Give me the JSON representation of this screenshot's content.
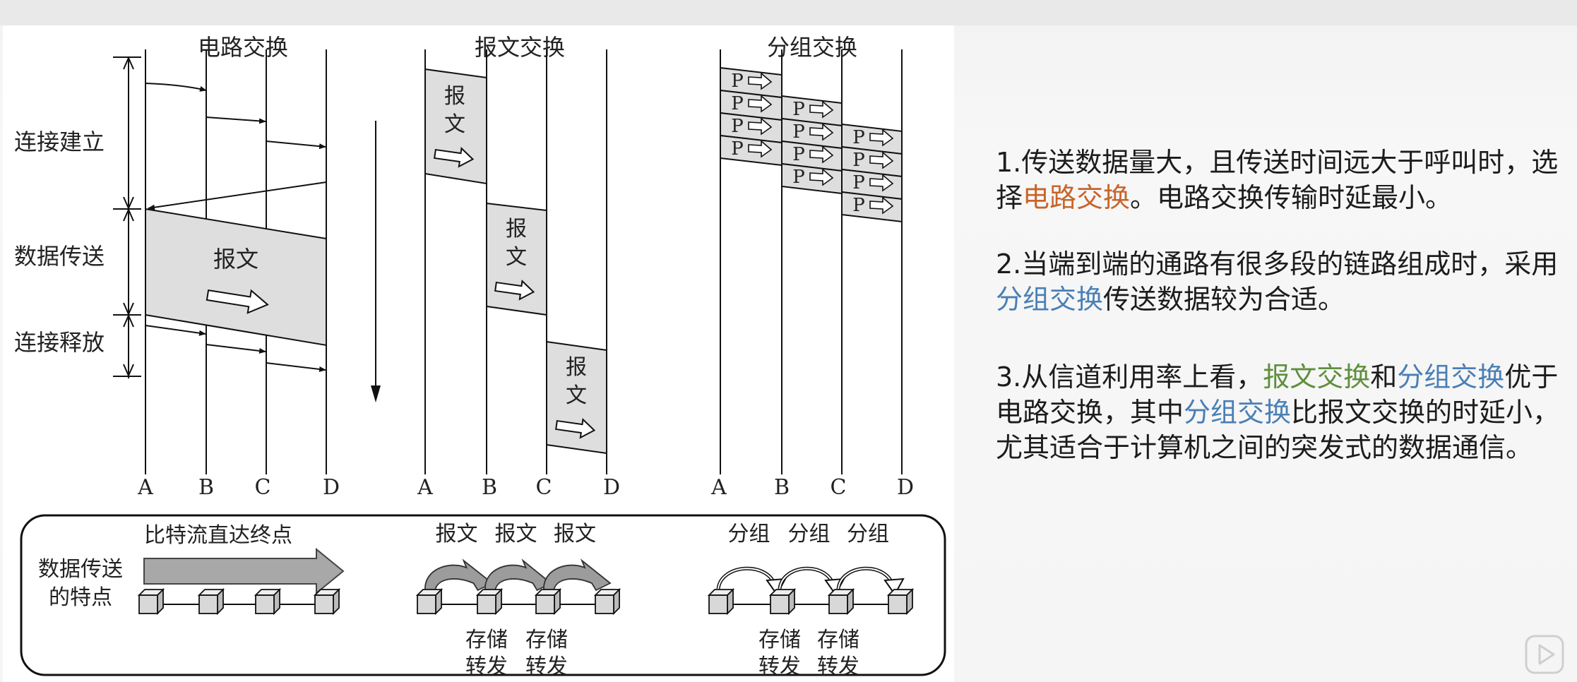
{
  "diagram": {
    "titles": {
      "circuit": "电路交换",
      "message": "报文交换",
      "packet": "分组交换"
    },
    "phases": {
      "setup": "连接建立",
      "transfer": "数据传送",
      "release": "连接释放"
    },
    "nodes": [
      "A",
      "B",
      "C",
      "D"
    ],
    "message_label": "报文",
    "message_label_chars": [
      "报",
      "文"
    ],
    "packet_label": "P",
    "characteristics": {
      "label_line1": "数据传送",
      "label_line2": "的特点",
      "circuit_text": "比特流直达终点",
      "message_hop": "报文",
      "packet_hop": "分组",
      "store_line1": "存储",
      "store_line2": "转发"
    }
  },
  "notes": {
    "n1": {
      "before": "1.传送数据量大，且传送时间远大于呼叫时，选择",
      "highlight": "电路交换",
      "after": "。电路交换传输时延最小。"
    },
    "n2": {
      "before": "2.当端到端的通路有很多段的链路组成时，采用",
      "highlight": "分组交换",
      "after": "传送数据较为合适。"
    },
    "n3": {
      "before": "3.从信道利用率上看，",
      "hl1": "报文交换",
      "mid1": "和",
      "hl2": "分组交换",
      "mid2": "优于电路交换，其中",
      "hl3": "分组交换",
      "after": "比报文交换的时延小，尤其适合于计算机之间的突发式的数据通信。"
    }
  },
  "colors": {
    "highlight_orange": "#c8642b",
    "highlight_blue": "#4a7fb5",
    "highlight_green": "#5f8f3e",
    "box_fill": "#dedede"
  },
  "icons": {
    "play": "play-icon"
  }
}
